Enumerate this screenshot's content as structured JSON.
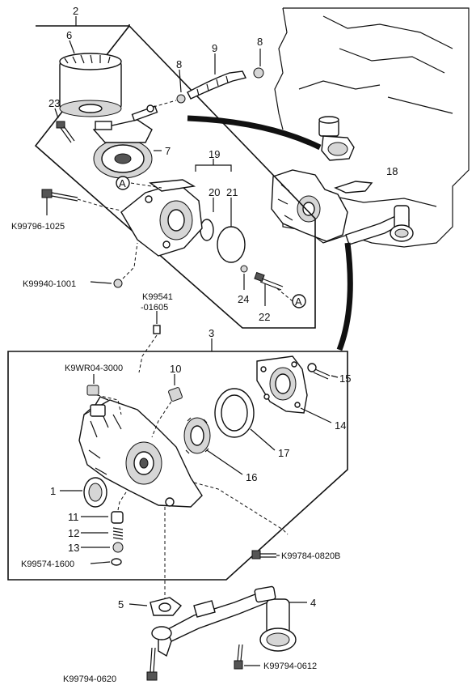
{
  "labels": {
    "n2": "2",
    "n3": "3",
    "n6": "6",
    "n8a": "8",
    "n8b": "8",
    "n9": "9",
    "n23": "23",
    "n7": "7",
    "n19": "19",
    "n20": "20",
    "n21": "21",
    "n18a": "18",
    "n24": "24",
    "n22": "22",
    "n10": "10",
    "n15": "15",
    "n14": "14",
    "n17": "17",
    "n16": "16",
    "n1": "1",
    "n11": "11",
    "n12": "12",
    "n13": "13",
    "n5": "5",
    "n4": "4",
    "markerA1": "A",
    "markerA2": "A"
  },
  "codes": {
    "c1": "K99796-1025",
    "c2": "K99940-1001",
    "c3a": "K99541",
    "c3b": "-01605",
    "c4": "K9WR04-3000",
    "c5": "K99574-1600",
    "c6": "K99784-0820B",
    "c7": "K99794-0612",
    "c8": "K99794-0620"
  }
}
